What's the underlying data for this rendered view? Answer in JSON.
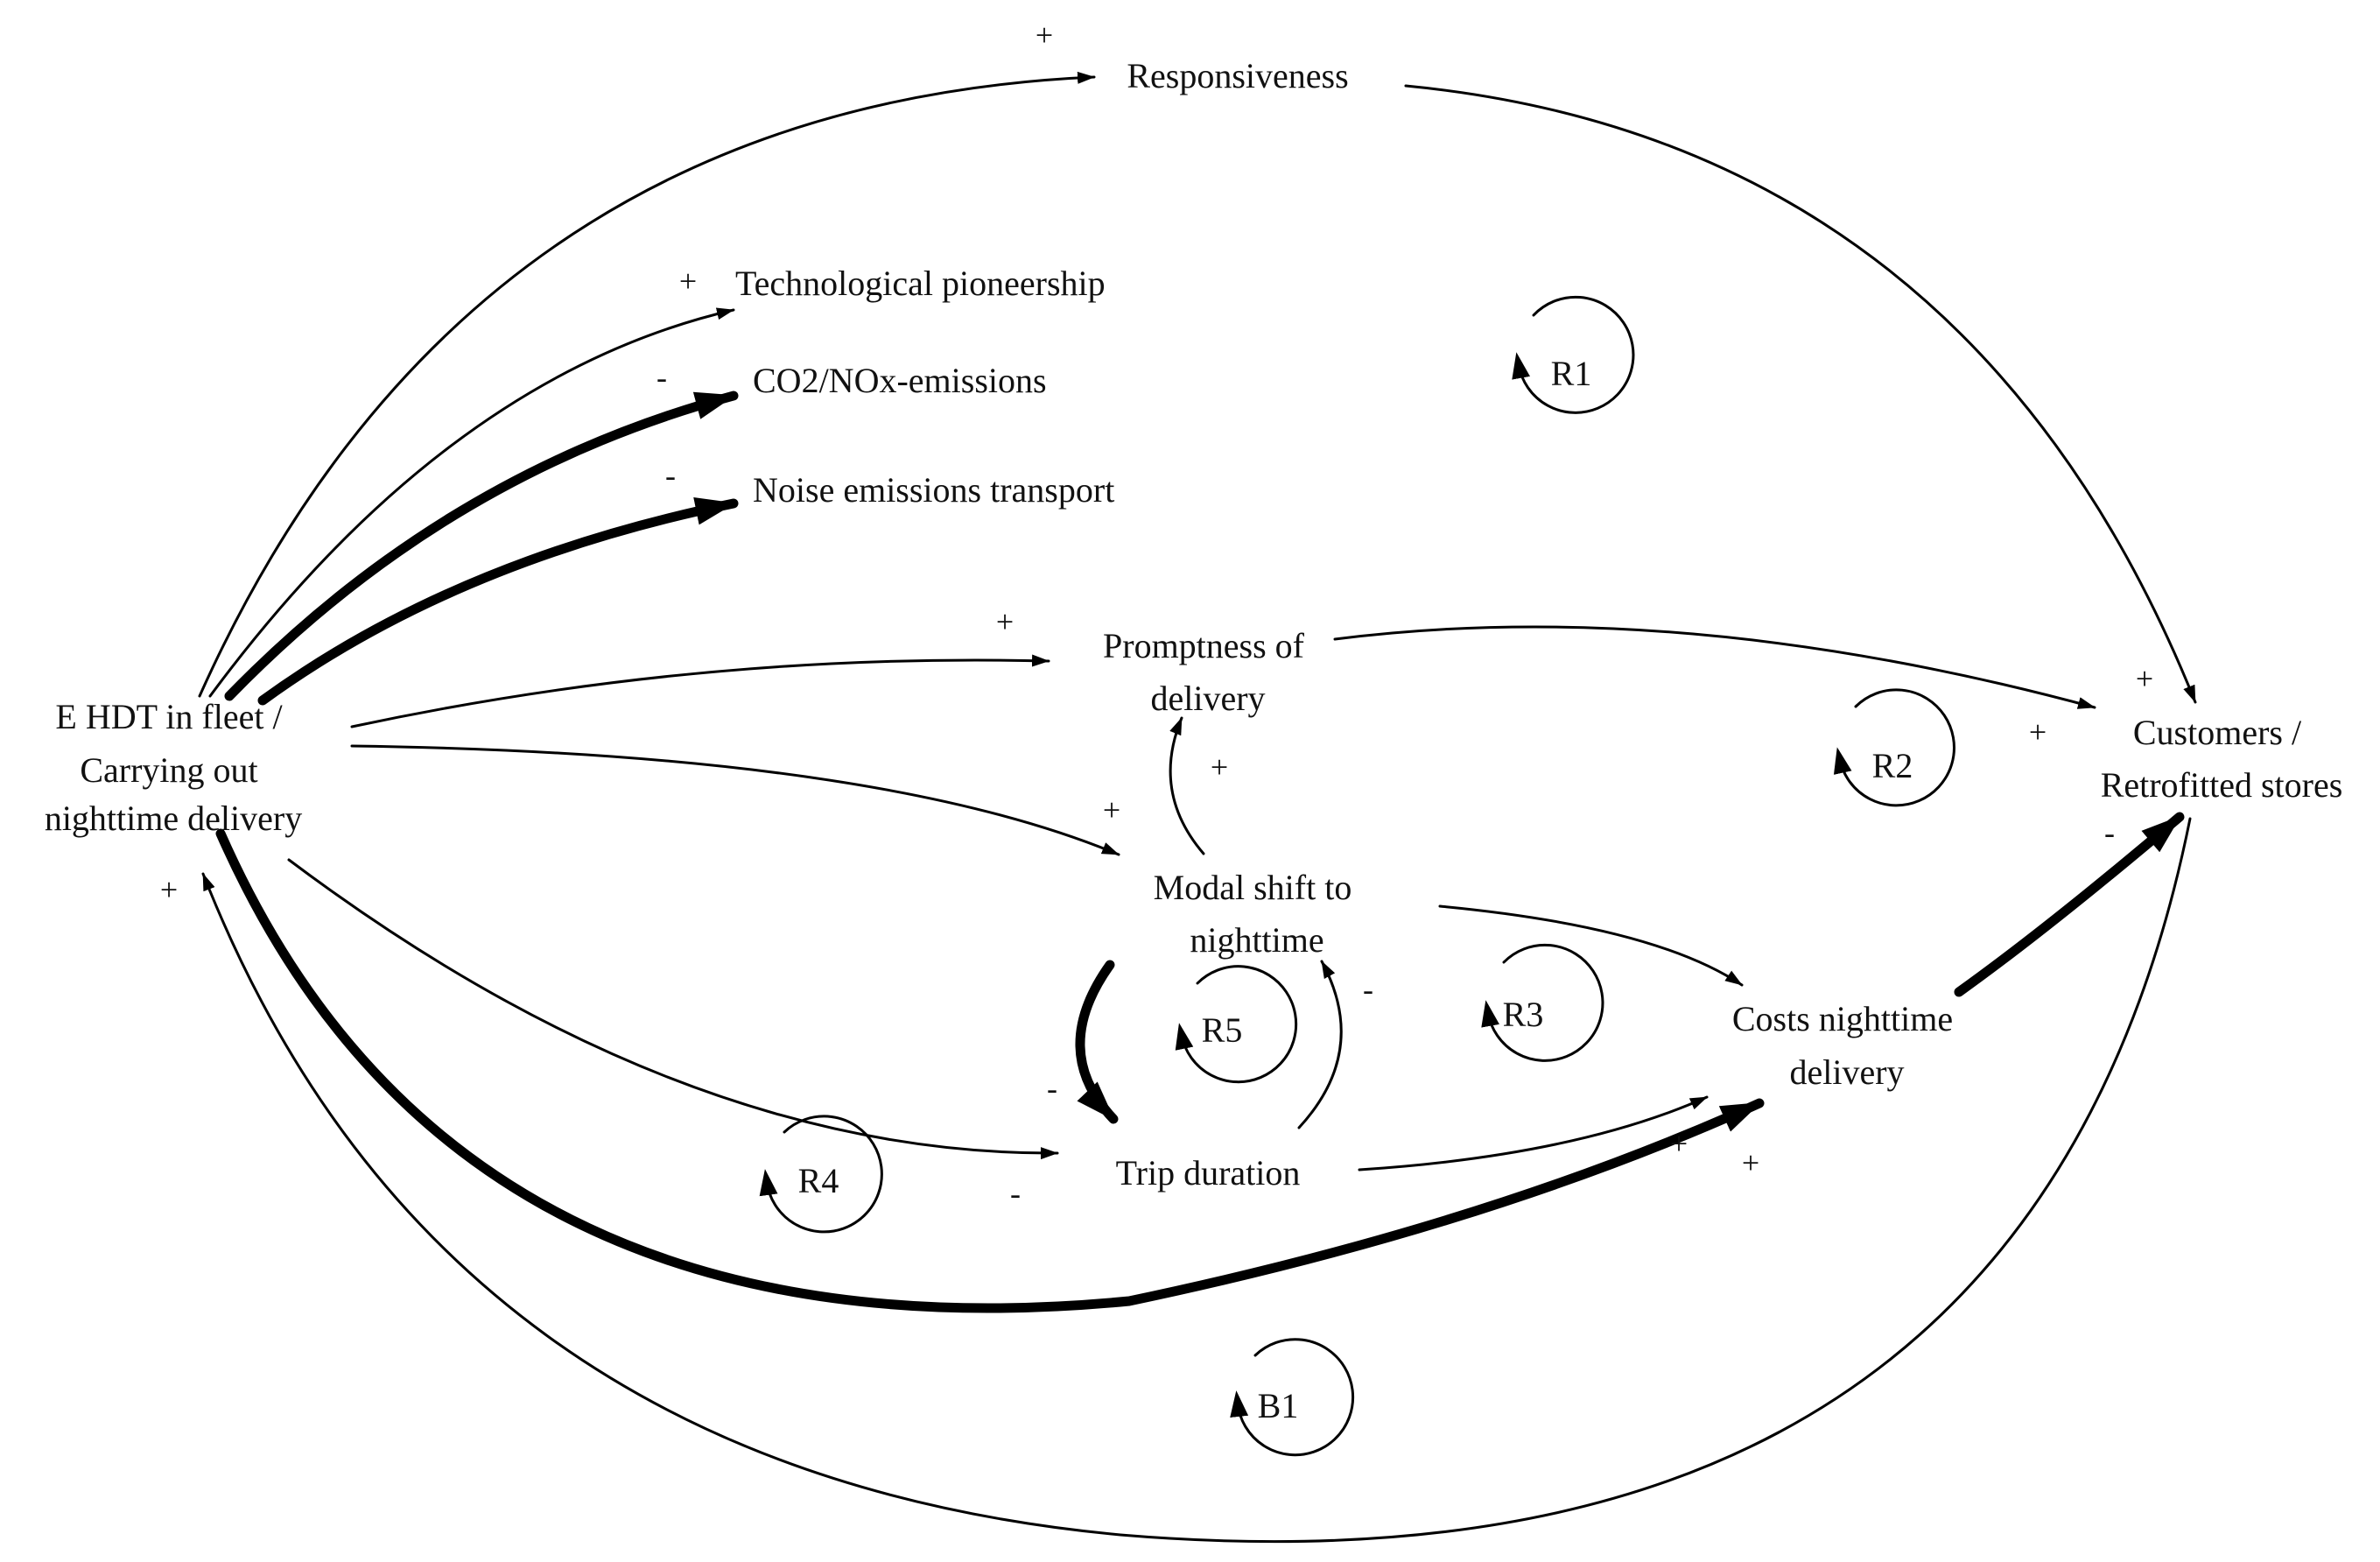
{
  "nodes": {
    "ehdt": [
      "E HDT in fleet /",
      "Carrying out",
      "nighttime delivery"
    ],
    "responsiveness": [
      "Responsiveness"
    ],
    "technological": [
      "Technological pioneership"
    ],
    "co2": [
      "CO2/NOx-emissions"
    ],
    "noise": [
      "Noise emissions transport"
    ],
    "promptness": [
      "Promptness of",
      "delivery"
    ],
    "modal_shift": [
      "Modal shift to",
      "nighttime"
    ],
    "trip_duration": [
      "Trip duration"
    ],
    "costs": [
      "Costs nighttime",
      "delivery"
    ],
    "customers": [
      "Customers /",
      "Retrofitted stores"
    ]
  },
  "polarities": {
    "to_responsiveness": "+",
    "to_technological": "+",
    "to_co2": "-",
    "to_noise": "-",
    "ehdt_to_promptness": "+",
    "responsiveness_to_customers": "+",
    "promptness_to_customers": "+",
    "ehdt_to_modal_shift": "+",
    "modal_shift_to_promptness": "+",
    "modal_shift_to_trip_duration": "-",
    "trip_duration_to_modal_shift": "-",
    "ehdt_to_trip_duration": "-",
    "ehdt_to_costs": "+",
    "trip_duration_to_costs": "+",
    "costs_to_customers": "-",
    "customers_to_ehdt": "+"
  },
  "loops": {
    "r1": "R1",
    "r2": "R2",
    "r3": "R3",
    "r4": "R4",
    "r5": "R5",
    "b1": "B1"
  }
}
